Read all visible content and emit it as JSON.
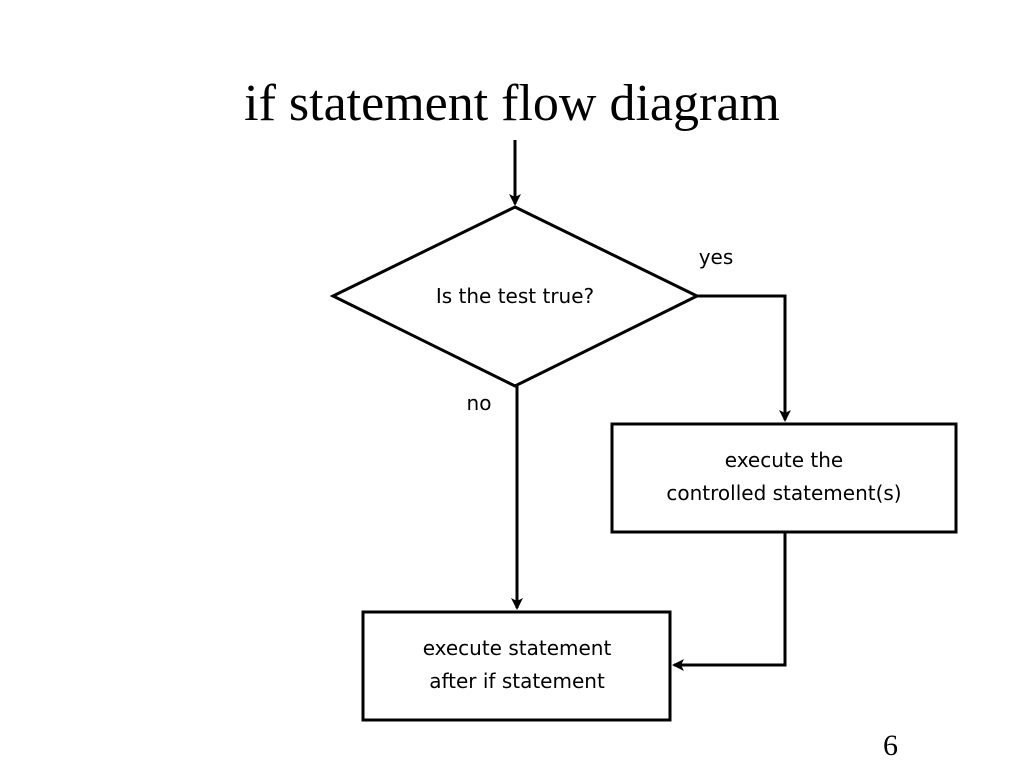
{
  "slide": {
    "title": "if statement flow diagram",
    "page_number": "6"
  },
  "diagram": {
    "decision": {
      "text": "Is the test true?"
    },
    "branches": {
      "yes_label": "yes",
      "no_label": "no"
    },
    "controlled_box": {
      "line1": "execute the",
      "line2": "controlled statement(s)"
    },
    "after_box": {
      "line1": "execute statement",
      "line2": "after if statement"
    }
  }
}
